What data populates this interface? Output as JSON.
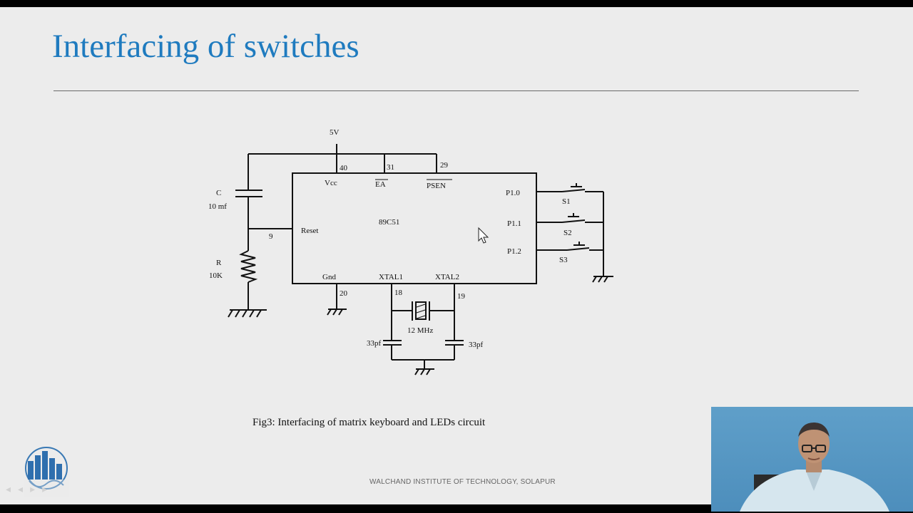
{
  "slide": {
    "title": "Interfacing of switches",
    "caption": "Fig3: Interfacing of matrix keyboard and LEDs circuit",
    "footer": "WALCHAND INSTITUTE OF TECHNOLOGY, SOLAPUR"
  },
  "circuit": {
    "supply": "5V",
    "chip": "89C51",
    "pins": {
      "vcc": "Vcc",
      "vcc_no": "40",
      "ea": "EA",
      "ea_no": "31",
      "psen": "PSEN",
      "psen_no": "29",
      "reset": "Reset",
      "reset_no": "9",
      "gnd": "Gnd",
      "gnd_no": "20",
      "xtal1": "XTAL1",
      "xtal1_no": "18",
      "xtal2": "XTAL2",
      "xtal2_no": "19",
      "p10": "P1.0",
      "p11": "P1.1",
      "p12": "P1.2"
    },
    "capacitor": {
      "name": "C",
      "value": "10 mf"
    },
    "resistor": {
      "name": "R",
      "value": "10K"
    },
    "switches": [
      "S1",
      "S2",
      "S3"
    ],
    "crystal": "12 MHz",
    "cap_left": "33pf",
    "cap_right": "33pf"
  },
  "colors": {
    "title": "#1f7bbf",
    "slide_bg": "#ececec",
    "webcam_bg": "#5b9bc6"
  }
}
